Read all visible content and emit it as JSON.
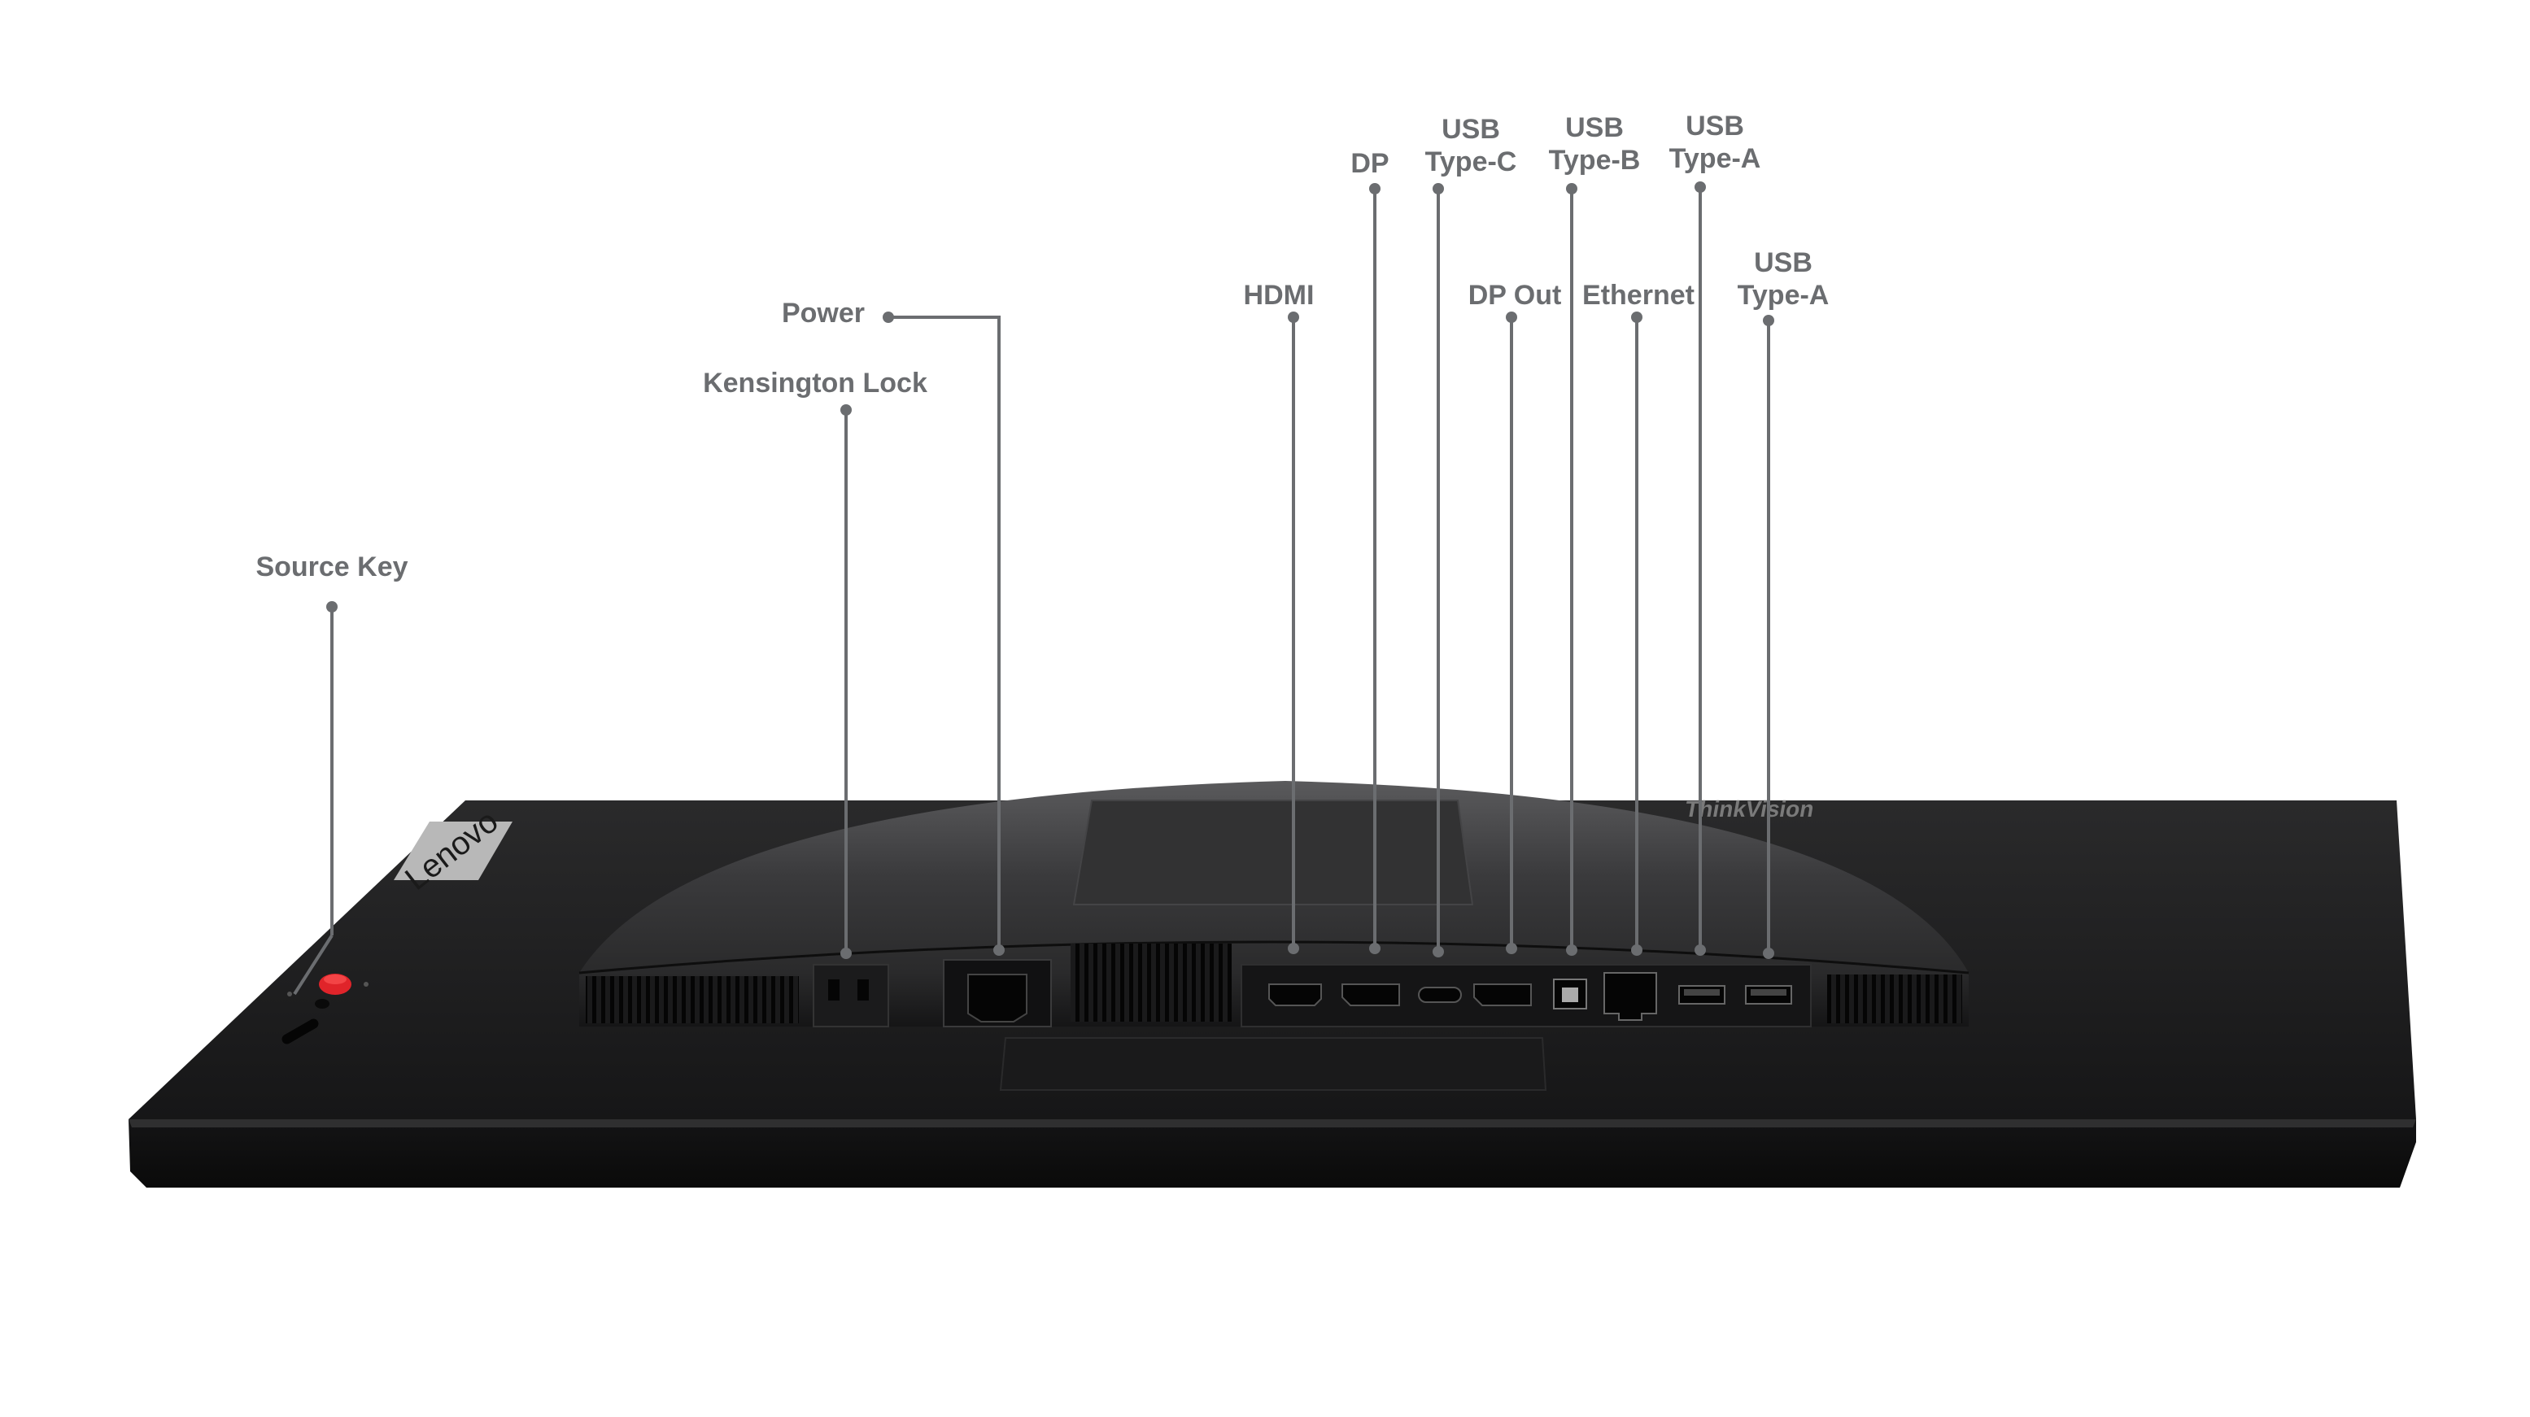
{
  "labels": {
    "source_key": "Source Key",
    "kensington_lock": "Kensington Lock",
    "power": "Power",
    "hdmi": "HDMI",
    "dp": "DP",
    "usb_c_line1": "USB",
    "usb_c_line2": "Type-C",
    "dp_out": "DP Out",
    "usb_b_line1": "USB",
    "usb_b_line2": "Type-B",
    "ethernet": "Ethernet",
    "usb_a1_line1": "USB",
    "usb_a1_line2": "Type-A",
    "usb_a2_line1": "USB",
    "usb_a2_line2": "Type-A"
  },
  "brand": {
    "logo": "Lenovo",
    "series": "ThinkVision"
  },
  "colors": {
    "label": "#6b6d70",
    "monitor_body": "#1f1f20",
    "stand_body": "#2c2c2d",
    "source_key": "#e0242a"
  }
}
